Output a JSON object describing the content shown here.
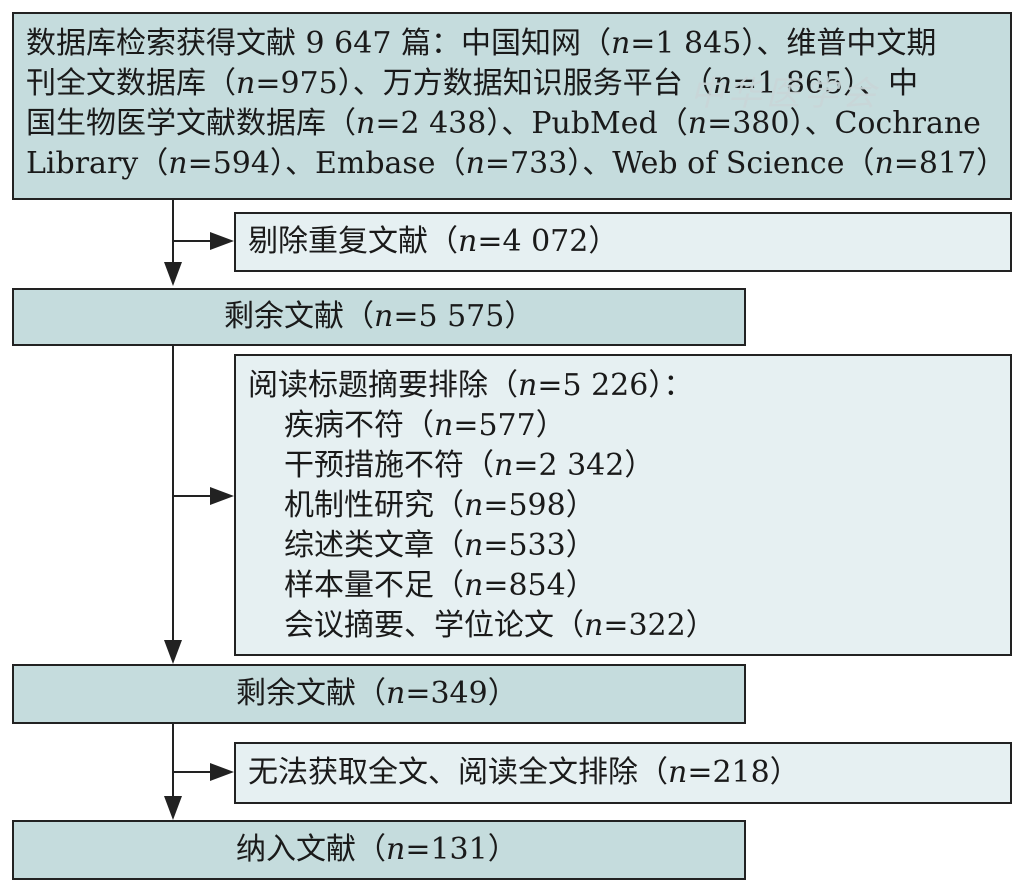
{
  "source": {
    "lines": [
      "数据库检索获得文献 9 647 篇：中国知网（n=1 845）、维普中文期",
      "刊全文数据库（n=975）、万方数据知识服务平台（n=1 865）、中",
      "国生物医学文献数据库（n=2 438）、PubMed（n=380）、Cochrane",
      "Library（n=594）、Embase（n=733）、Web of Science（n=817）"
    ]
  },
  "dedup": {
    "text": "剔除重复文献（n=4 072）"
  },
  "remain1": {
    "text": "剩余文献（n=5 575）"
  },
  "screen": {
    "title": "阅读标题摘要排除（n=5 226）：",
    "items": [
      "疾病不符（n=577）",
      "干预措施不符（n=2 342）",
      "机制性研究（n=598）",
      "综述类文章（n=533）",
      "样本量不足（n=854）",
      "会议摘要、学位论文（n=322）"
    ]
  },
  "remain2": {
    "text": "剩余文献（n=349）"
  },
  "fulltext": {
    "text": "无法获取全文、阅读全文排除（n=218）"
  },
  "included": {
    "text": "纳入文献（n=131）"
  },
  "watermark": "中华医学会",
  "colors": {
    "main_box": "#c5dcdd",
    "side_box": "#e6f0f2",
    "line": "#222222"
  }
}
